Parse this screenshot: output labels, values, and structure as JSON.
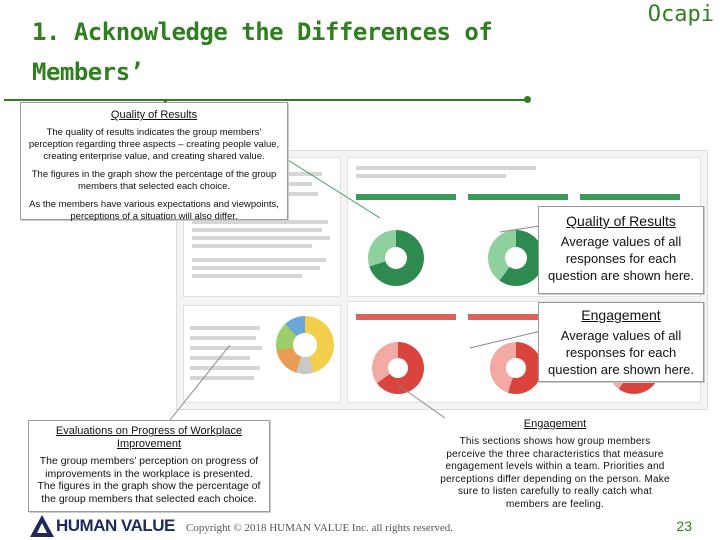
{
  "slide": {
    "title_line1": "1. Acknowledge the Differences of Members’",
    "title_line2": "Perceptions",
    "brand": "Ocapi",
    "page_number": "23",
    "copyright": "Copyright © 2018 HUMAN VALUE Inc. all rights reserved.",
    "logo_text": "HUMAN VALUE"
  },
  "callout_quality_small": {
    "heading": "Quality of Results",
    "p1": "The quality of results indicates the group members’ perception regarding three aspects – creating people value, creating enterprise value, and creating shared value.",
    "p2": "The figures in the graph show the percentage of the group members that selected each choice.",
    "p3": "As the members have various expectations and viewpoints, perceptions of a situation will also differ."
  },
  "callout_quality_big": {
    "heading": "Quality of Results",
    "body": "Average values of all responses for each question are shown here."
  },
  "callout_engagement_big": {
    "heading": "Engagement",
    "body": "Average values of all responses for each question are shown here."
  },
  "callout_progress": {
    "heading": "Evaluations on Progress of Workplace Improvement",
    "body": "The group members’ perception on progress of improvements in the workplace is presented. The figures in the graph show the percentage of the group members that selected each choice."
  },
  "callout_engagement_small": {
    "heading": "Engagement",
    "body": "This sections shows how group members perceive the three characteristics that measure engagement levels within a team. Priorities and perceptions differ depending on the person. Make sure to listen carefully to really catch what members are feeling."
  },
  "colors": {
    "accent": "#2f7f1f",
    "green": "#3a9a5a",
    "red": "#e0605a",
    "yellow": "#f2cf4a"
  }
}
